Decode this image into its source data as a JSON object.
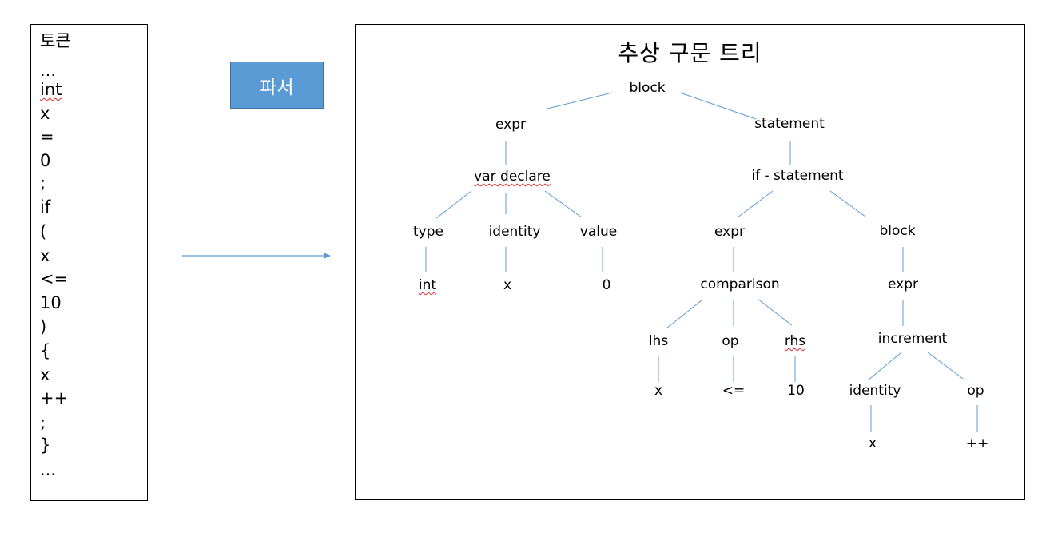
{
  "tokens": {
    "header": "토큰",
    "items": [
      "...",
      "int",
      "x",
      "=",
      "0",
      ";",
      "if",
      "(",
      "x",
      "<=",
      "10",
      ")",
      "{",
      "x",
      "++",
      ";",
      "}",
      "..."
    ]
  },
  "parser": {
    "label": "파서"
  },
  "ast": {
    "title": "추상 구문 트리",
    "nodes": {
      "root_block": "block",
      "expr_left": "expr",
      "statement": "statement",
      "var_declare": "var declare",
      "if_statement": "if - statement",
      "type": "type",
      "identity_left": "identity",
      "value": "value",
      "expr_if": "expr",
      "block_if": "block",
      "int_leaf": "int",
      "x_leaf_left": "x",
      "zero_leaf": "0",
      "comparison": "comparison",
      "expr_block": "expr",
      "lhs": "lhs",
      "op_cmp": "op",
      "rhs": "rhs",
      "increment": "increment",
      "x_leaf_lhs": "x",
      "le_leaf": "<=",
      "ten_leaf": "10",
      "identity_inc": "identity",
      "op_inc": "op",
      "x_leaf_inc": "x",
      "pp_leaf": "++"
    }
  },
  "colors": {
    "edge": "#5b9bd5",
    "parser_fill": "#5b9bd5",
    "spellcheck": "#e03030"
  }
}
